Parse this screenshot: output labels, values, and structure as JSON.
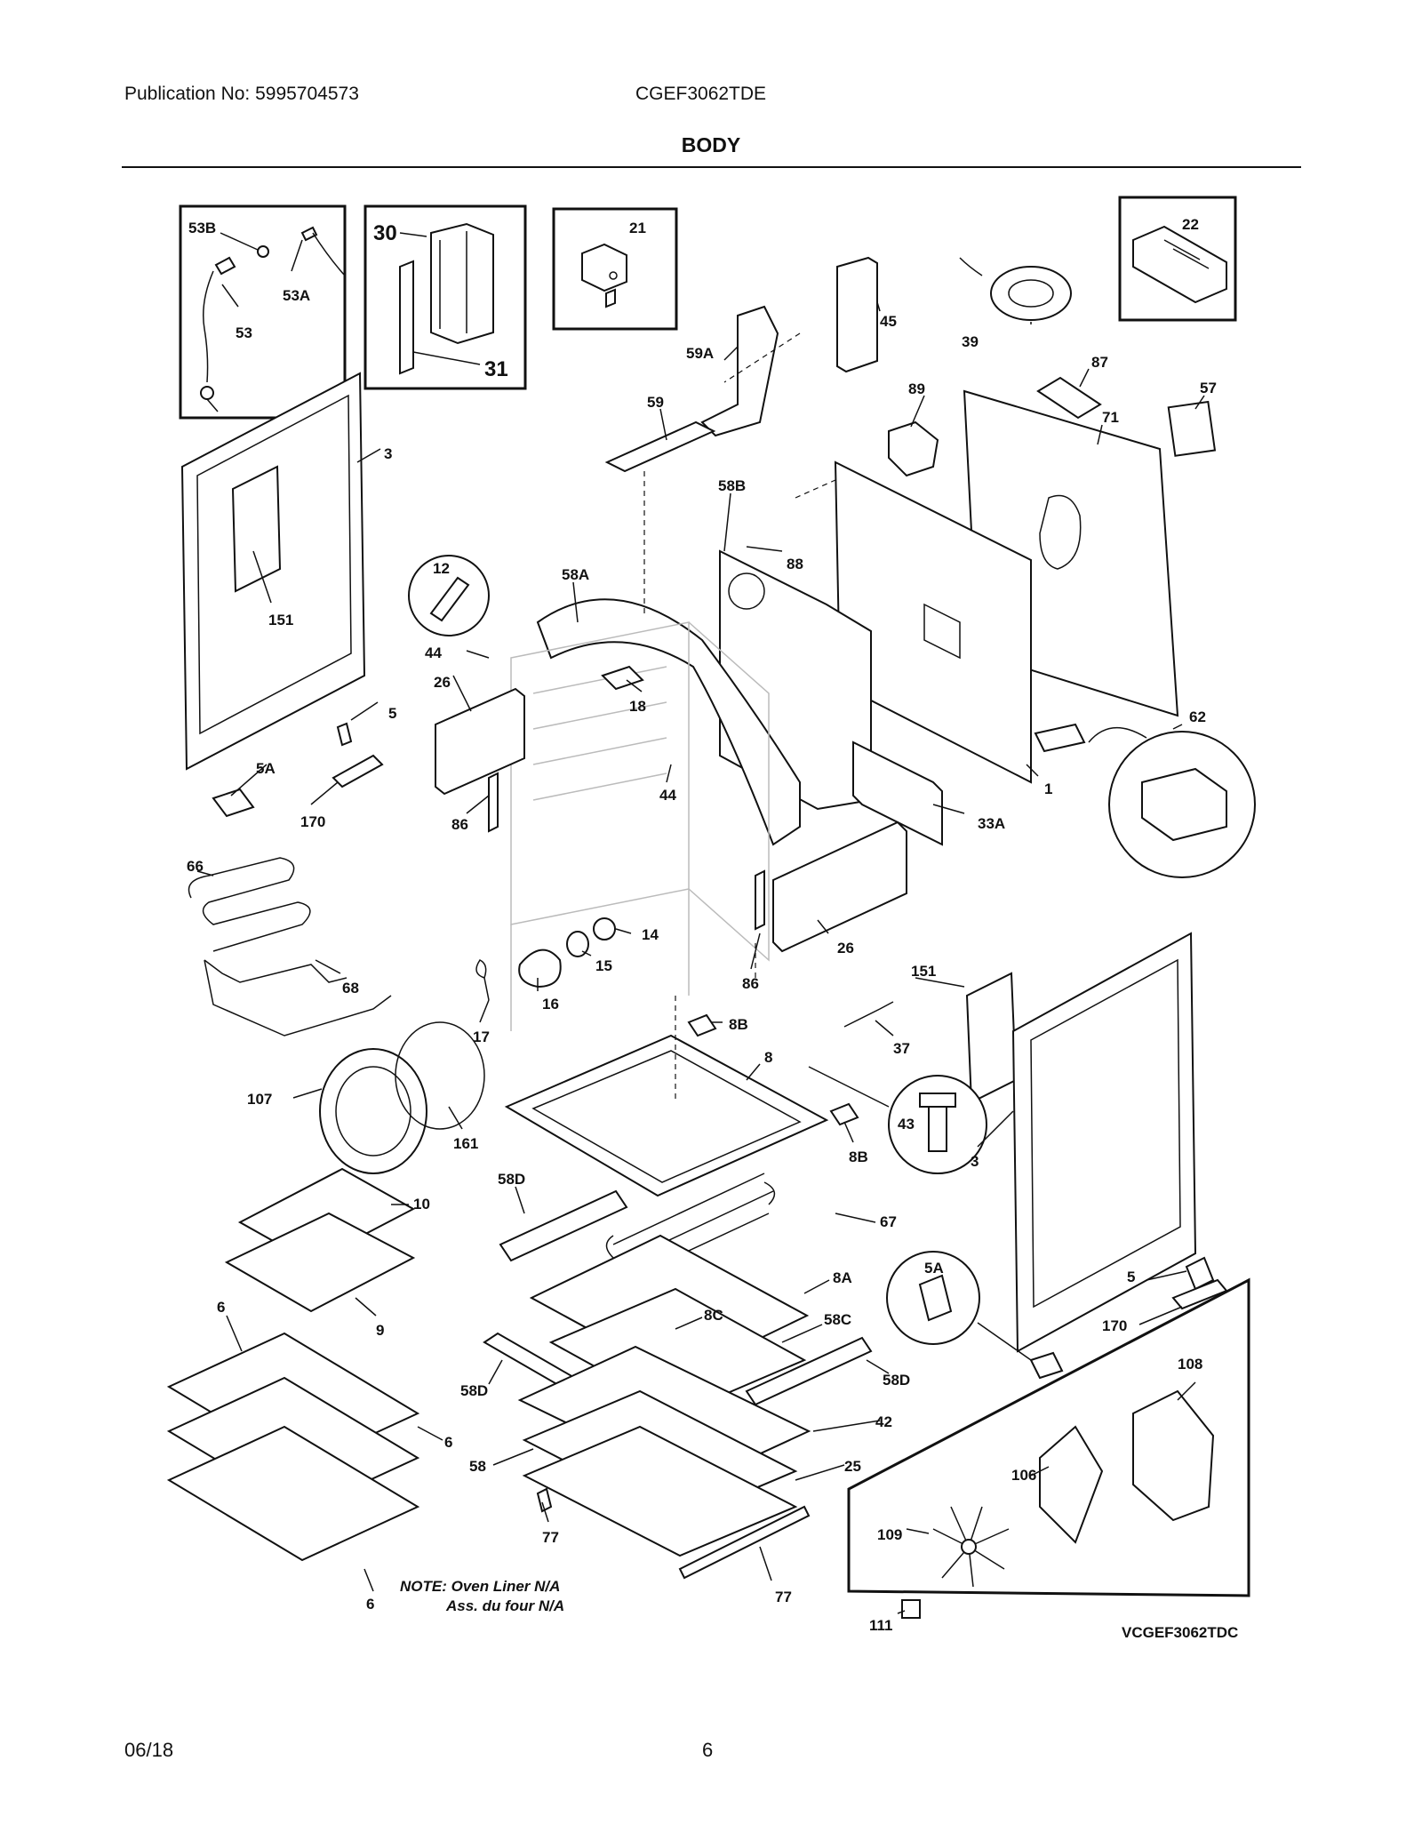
{
  "header": {
    "publication": "Publication No: 5995704573",
    "model": "CGEF3062TDE",
    "section_title": "BODY"
  },
  "footer": {
    "date": "06/18",
    "page_number": "6"
  },
  "diagram": {
    "note_line1": "NOTE: Oven Liner N/A",
    "note_line2": "Ass. du four N/A",
    "drawing_code": "VCGEF3062TDC",
    "labels": {
      "l53B": "53B",
      "l53A": "53A",
      "l53": "53",
      "l30": "30",
      "l31": "31",
      "l21": "21",
      "l22": "22",
      "l45": "45",
      "l39": "39",
      "l59A": "59A",
      "l59": "59",
      "l87": "87",
      "l57": "57",
      "l89": "89",
      "l71": "71",
      "l3a": "3",
      "l151a": "151",
      "l12": "12",
      "l44a": "44",
      "l58A": "58A",
      "l58B": "58B",
      "l88": "88",
      "l26a": "26",
      "l18": "18",
      "l5a": "5",
      "l5Aa": "5A",
      "l170a": "170",
      "l86a": "86",
      "l44b": "44",
      "l1": "1",
      "l62": "62",
      "l33A": "33A",
      "l66": "66",
      "l68": "68",
      "l14": "14",
      "l15": "15",
      "l16": "16",
      "l17": "17",
      "l26b": "26",
      "l86b": "86",
      "l151b": "151",
      "l37": "37",
      "l8B": "8B",
      "l8": "8",
      "l107": "107",
      "l161": "161",
      "l43": "43",
      "l8Bb": "8B",
      "l3b": "3",
      "l10": "10",
      "l58Da": "58D",
      "l67": "67",
      "l9": "9",
      "l8A": "8A",
      "l5Ab": "5A",
      "l5b": "5",
      "l6a": "6",
      "l8C": "8C",
      "l58C": "58C",
      "l170b": "170",
      "l58Db": "58D",
      "l58Dc": "58D",
      "l108": "108",
      "l6b": "6",
      "l42": "42",
      "l58": "58",
      "l25": "25",
      "l106": "106",
      "l77a": "77",
      "l109": "109",
      "l6c": "6",
      "l77b": "77",
      "l111": "111"
    }
  }
}
